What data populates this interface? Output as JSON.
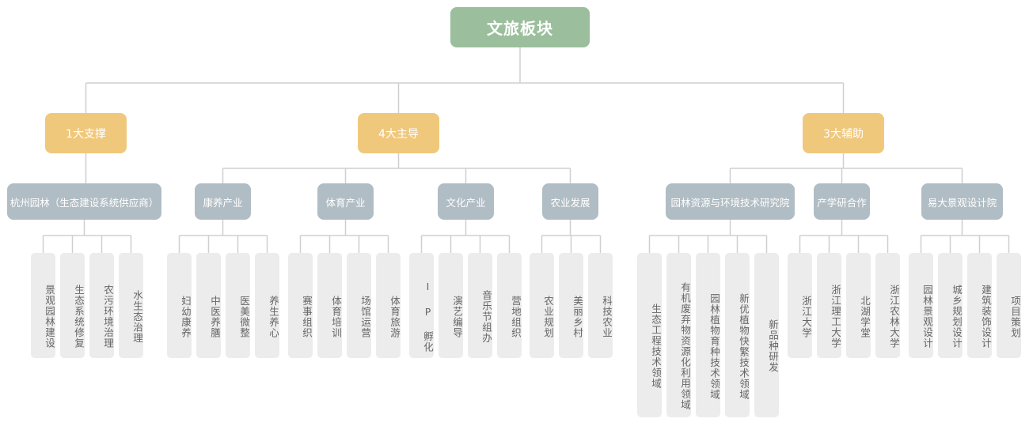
{
  "root": {
    "label": "文旅板块"
  },
  "sections": [
    {
      "label": "1大支撑",
      "groups": [
        {
          "label": "杭州园林（生态建设系统供应商）",
          "items": [
            "景观园林建设",
            "生态系统修复",
            "农污环境治理",
            "水生态治理"
          ]
        }
      ]
    },
    {
      "label": "4大主导",
      "groups": [
        {
          "label": "康养产业",
          "items": [
            "妇幼康养",
            "中医养膳",
            "医美微整",
            "养生养心"
          ]
        },
        {
          "label": "体育产业",
          "items": [
            "赛事组织",
            "体育培训",
            "场馆运营",
            "体育旅游"
          ]
        },
        {
          "label": "文化产业",
          "items": [
            "I P 孵化",
            "演艺编导",
            "音乐节组办",
            "营地组织"
          ]
        },
        {
          "label": "农业发展",
          "items": [
            "农业规划",
            "美丽乡村",
            "科技农业"
          ]
        }
      ]
    },
    {
      "label": "3大辅助",
      "groups": [
        {
          "label": "园林资源与环境技术研究院",
          "items": [
            "生态工程技术领域",
            "有机废弃物资源化利用领域",
            "园林植物育种技术领域",
            "新优植物快繁技术领域",
            "新品种研发"
          ]
        },
        {
          "label": "产学研合作",
          "items": [
            "浙江大学",
            "浙江理工大学",
            "北湖学堂",
            "浙江农林大学"
          ]
        },
        {
          "label": "易大景观设计院",
          "items": [
            "园林景观设计",
            "城乡规划设计",
            "建筑装饰设计",
            "项目策划"
          ]
        }
      ]
    }
  ]
}
